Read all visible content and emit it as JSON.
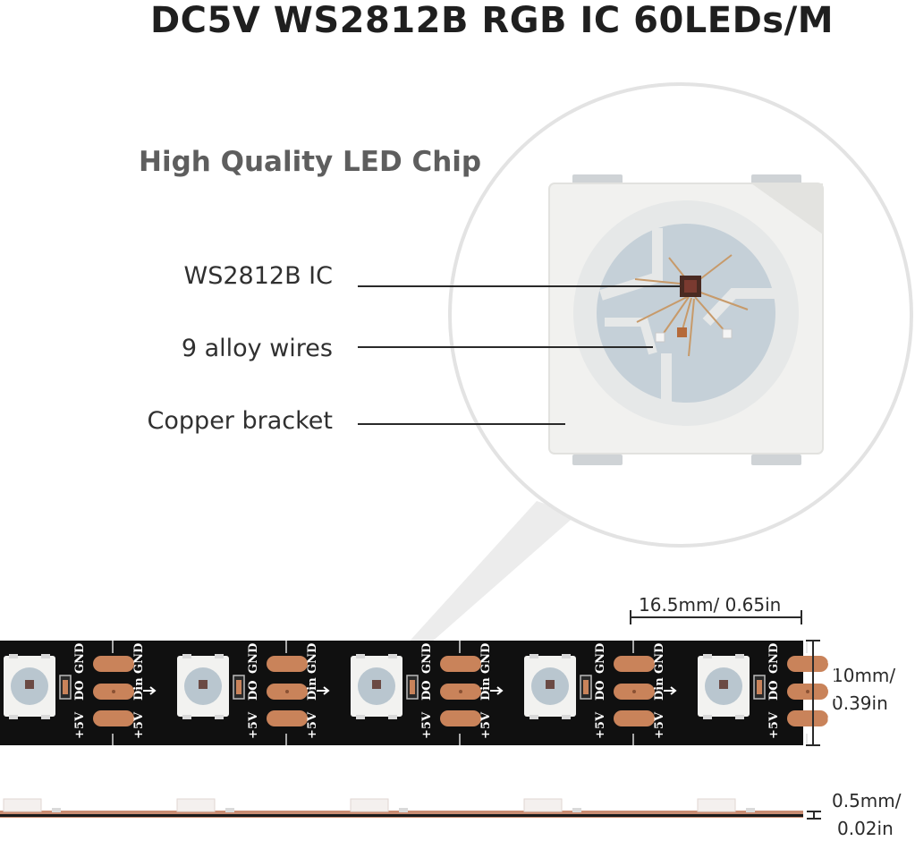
{
  "title": "DC5V WS2812B RGB IC 60LEDs/M",
  "chip_section": {
    "heading": "High Quality LED Chip",
    "callouts": [
      "WS2812B IC",
      "9 alloy wires",
      "Copper bracket"
    ]
  },
  "strip": {
    "pad_labels": {
      "gnd": "GND",
      "do": "DO",
      "din": "Din",
      "vcc": "+5V"
    },
    "segment_count": 5
  },
  "dimensions": {
    "pitch": "16.5mm/ 0.65in",
    "width_line1": "10mm/",
    "width_line2": "0.39in",
    "thickness_line1": "0.5mm/",
    "thickness_line2": "0.02in"
  },
  "colors": {
    "strip": "#101010",
    "copper_pad": "#c9835a",
    "led_housing": "#f2f2f0",
    "lens": "#b9c6cf"
  }
}
